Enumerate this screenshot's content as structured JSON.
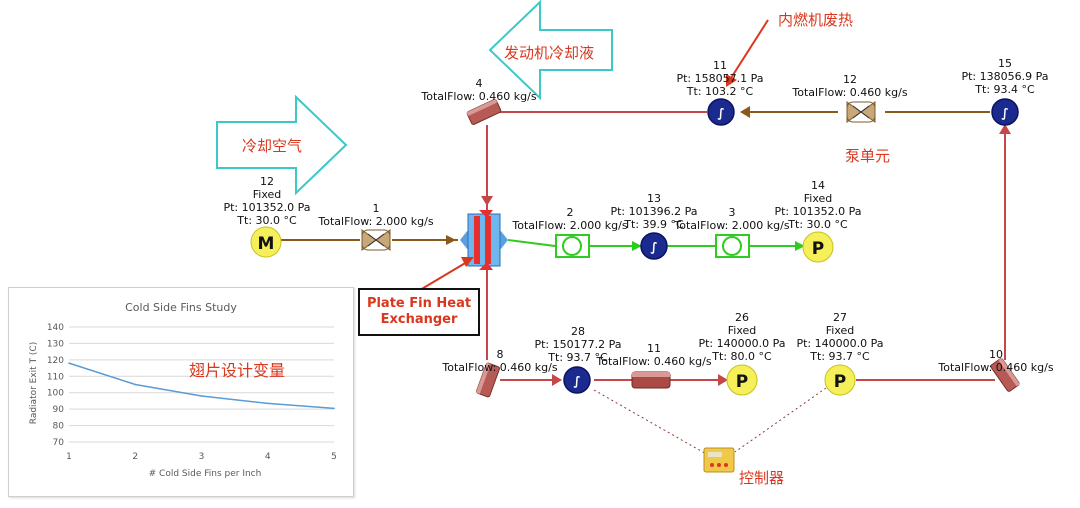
{
  "annotations": {
    "engine_heat": "内燃机废热",
    "engine_coolant": "发动机冷却液",
    "cooling_air": "冷却空气",
    "pump_unit": "泵单元",
    "controller": "控制器",
    "fin_design_var": "翅片设计变量",
    "hx_callout": "Plate Fin Heat Exchanger"
  },
  "nodes": {
    "n11_top": {
      "id": "11",
      "pt": "Pt: 158057.1 Pa",
      "tt": "Tt: 103.2 °C"
    },
    "n15": {
      "id": "15",
      "pt": "Pt: 138056.9 Pa",
      "tt": "Tt: 93.4 °C"
    },
    "n12_left": {
      "id": "12",
      "mode": "Fixed",
      "pt": "Pt: 101352.0 Pa",
      "tt": "Tt: 30.0 °C",
      "symbol": "M"
    },
    "n13": {
      "id": "13",
      "pt": "Pt: 101396.2 Pa",
      "tt": "Tt: 39.9 °C"
    },
    "n14": {
      "id": "14",
      "mode": "Fixed",
      "pt": "Pt: 101352.0 Pa",
      "tt": "Tt: 30.0 °C",
      "symbol": "P"
    },
    "n28": {
      "id": "28",
      "pt": "Pt: 150177.2 Pa",
      "tt": "Tt: 93.7 °C"
    },
    "n26": {
      "id": "26",
      "mode": "Fixed",
      "pt": "Pt: 140000.0 Pa",
      "tt": "Tt: 80.0 °C",
      "symbol": "P"
    },
    "n27": {
      "id": "27",
      "mode": "Fixed",
      "pt": "Pt: 140000.0 Pa",
      "tt": "Tt: 93.7 °C",
      "symbol": "P"
    }
  },
  "links": {
    "l4": {
      "id": "4",
      "flow": "TotalFlow: 0.460 kg/s"
    },
    "l12": {
      "id": "12",
      "flow": "TotalFlow: 0.460 kg/s"
    },
    "l1": {
      "id": "1",
      "flow": "TotalFlow: 2.000 kg/s"
    },
    "l2": {
      "id": "2",
      "flow": "TotalFlow: 2.000 kg/s"
    },
    "l3": {
      "id": "3",
      "flow": "TotalFlow: 2.000 kg/s"
    },
    "l8": {
      "id": "8",
      "flow": "TotalFlow: 0.460 kg/s"
    },
    "l11": {
      "id": "11",
      "flow": "TotalFlow: 0.460 kg/s"
    },
    "l10": {
      "id": "10",
      "flow": "TotalFlow: 0.460 kg/s"
    }
  },
  "colors": {
    "water_line": "#c4474a",
    "air_line_brown": "#8b5a1a",
    "air_line_green": "#2ecc20",
    "arrow_outline": "#3cc8c8",
    "annotation_red": "#d9381e",
    "node_blue": "#1b2a8f",
    "boundary_yellow": "#f5f05a"
  },
  "chart_data": {
    "type": "line",
    "title": "Cold Side Fins Study",
    "xlabel": "# Cold Side Fins per Inch",
    "ylabel": "Radiator Exit T (C)",
    "x": [
      1,
      2,
      3,
      4,
      5
    ],
    "series": [
      {
        "values": [
          118,
          105,
          98,
          93.5,
          90.5
        ]
      }
    ],
    "xlim": [
      1,
      5
    ],
    "ylim": [
      70,
      140
    ],
    "yticks": [
      70,
      80,
      90,
      100,
      110,
      120,
      130,
      140
    ],
    "xticks": [
      1,
      2,
      3,
      4,
      5
    ],
    "grid": "horizontal",
    "line_color": "#5b9bd5"
  }
}
